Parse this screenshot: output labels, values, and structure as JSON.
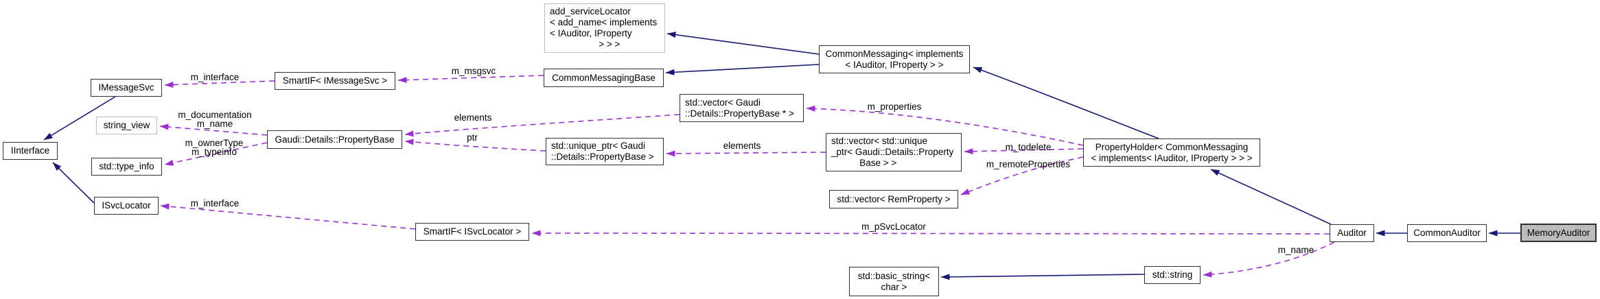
{
  "colors": {
    "inheritance_edge": "#191970",
    "usage_edge": "#9a32cd",
    "node_border": "#303030",
    "external_node_border": "#bfbfbf",
    "current_node_fill": "#bcbcbc"
  },
  "nodes": {
    "iinterface": {
      "label": "IInterface"
    },
    "imessagesvc": {
      "label": "IMessageSvc"
    },
    "string_view": {
      "label": "string_view"
    },
    "type_info": {
      "label": "std::type_info"
    },
    "isvclocator": {
      "label": "ISvcLocator"
    },
    "smartif_imessagesvc": {
      "label": "SmartIF< IMessageSvc >"
    },
    "propertybase": {
      "label": "Gaudi::Details::PropertyBase"
    },
    "add_servicelocator": {
      "label": "add_serviceLocator\n< add_name< implements\n< IAuditor, IProperty\n                   > > >"
    },
    "commonmessagingbase": {
      "label": "CommonMessagingBase"
    },
    "commonmessaging": {
      "label": "CommonMessaging< implements\n< IAuditor, IProperty > >"
    },
    "vector_propertybase_ptr": {
      "label": "std::vector< Gaudi\n::Details::PropertyBase * >"
    },
    "unique_ptr_propertybase": {
      "label": "std::unique_ptr< Gaudi\n::Details::PropertyBase >"
    },
    "vector_unique_ptr": {
      "label": "std::vector< std::unique\n_ptr< Gaudi::Details::Property\n           Base > >"
    },
    "vector_remproperty": {
      "label": "std::vector< RemProperty >"
    },
    "propertyholder": {
      "label": "PropertyHolder< CommonMessaging\n< implements< IAuditor, IProperty > > >"
    },
    "smartif_isvclocator": {
      "label": "SmartIF< ISvcLocator >"
    },
    "auditor": {
      "label": "Auditor"
    },
    "commonauditor": {
      "label": "CommonAuditor"
    },
    "memoryauditor": {
      "label": "MemoryAuditor"
    },
    "basic_string": {
      "label": "std::basic_string<\nchar >"
    },
    "std_string": {
      "label": "std::string"
    }
  },
  "edge_labels": {
    "m_interface_msgsvc": {
      "label": "m_interface"
    },
    "m_msgsvc": {
      "label": "m_msgsvc"
    },
    "m_documentation_name": {
      "label": "m_documentation\nm_name"
    },
    "m_ownertype_typeinfo": {
      "label": "m_ownerType\nm_typeinfo"
    },
    "elements_left": {
      "label": "elements"
    },
    "ptr": {
      "label": "ptr"
    },
    "m_properties": {
      "label": "m_properties"
    },
    "elements_right": {
      "label": "elements"
    },
    "m_todelete": {
      "label": "m_todelete"
    },
    "m_remoteproperties": {
      "label": "m_remoteProperties"
    },
    "m_psvclocator": {
      "label": "m_pSvcLocator"
    },
    "m_interface_svclocator": {
      "label": "m_interface"
    },
    "m_name": {
      "label": "m_name"
    }
  }
}
